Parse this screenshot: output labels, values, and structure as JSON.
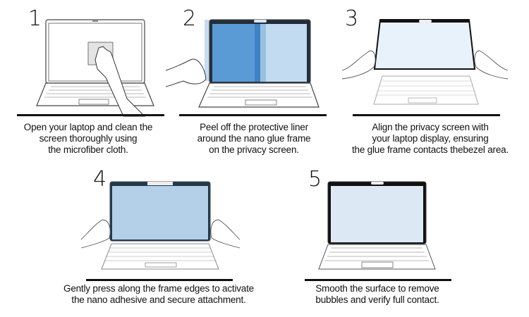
{
  "steps": [
    {
      "number": "1",
      "caption": [
        "Open your laptop and clean the",
        "screen thoroughly using",
        "the microfiber cloth."
      ],
      "illustration": "laptop-cleaning-with-cloth",
      "screen_color": "#ffffff"
    },
    {
      "number": "2",
      "caption": [
        "Peel off the protective liner",
        "around the nano glue frame",
        "on the privacy screen."
      ],
      "illustration": "peeling-liner-from-privacy-screen",
      "screen_color": "#5b9bd5",
      "liner_color": "#bcd7ee"
    },
    {
      "number": "3",
      "caption": [
        "Align the privacy screen with",
        "your laptop display, ensuring",
        "the glue frame contacts thebezel area."
      ],
      "illustration": "aligning-privacy-screen",
      "screen_color": "#e8f2fa"
    },
    {
      "number": "4",
      "caption": [
        "Gently press along the frame edges to activate",
        "the nano adhesive and secure attachment."
      ],
      "illustration": "pressing-frame-edges",
      "screen_color": "#b4d0e8"
    },
    {
      "number": "5",
      "caption": [
        "Smooth the surface to remove",
        "bubbles and verify full contact."
      ],
      "illustration": "finished-installation",
      "screen_color": "#dce9f4"
    }
  ]
}
